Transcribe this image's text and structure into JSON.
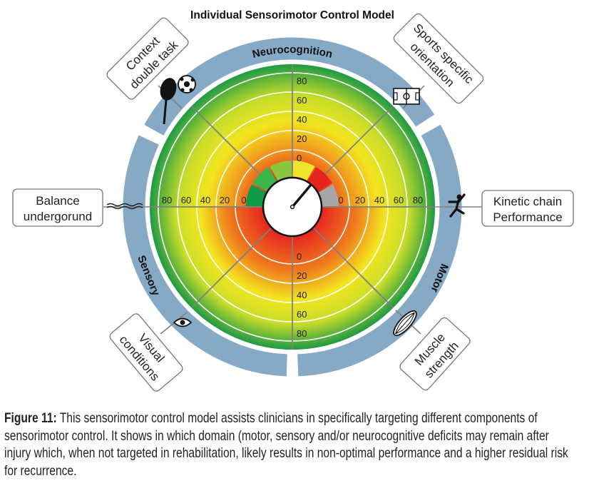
{
  "title": "Individual Sensorimotor Control Model",
  "domains": {
    "neurocognition": "Neurocognition",
    "motor": "Motor",
    "sensory": "Sensory"
  },
  "components": {
    "context": [
      "Context",
      "double task"
    ],
    "sports": [
      "Sports specific",
      "orientation"
    ],
    "balance": [
      "Balance",
      "undergorund"
    ],
    "kinetic": [
      "Kinetic chain",
      "Performance"
    ],
    "visual": [
      "Visual",
      "conditions"
    ],
    "muscle": [
      "Muscle",
      "strength"
    ]
  },
  "scale_ticks": [
    "0",
    "20",
    "40",
    "60",
    "80"
  ],
  "gauge": {
    "segments": [
      {
        "color": "#0e9a48"
      },
      {
        "color": "#3cb44a"
      },
      {
        "color": "#8cc63f"
      },
      {
        "color": "#f0e52a"
      },
      {
        "color": "#e52420"
      },
      {
        "color": "#a6a6a6"
      }
    ],
    "needle_angle_deg": 50
  },
  "colors": {
    "ring": "#86a9c6",
    "spoke": "#808080"
  },
  "caption": {
    "label": "Figure 11:",
    "text": " This sensorimotor control model assists clinicians in specifically targeting different components of sensorimotor control. It shows in which domain (motor, sensory and/or neurocognitive deficits may remain after injury which, when not targeted in rehabilitation, likely results in non-optimal performance and a higher residual risk for recurrence."
  }
}
